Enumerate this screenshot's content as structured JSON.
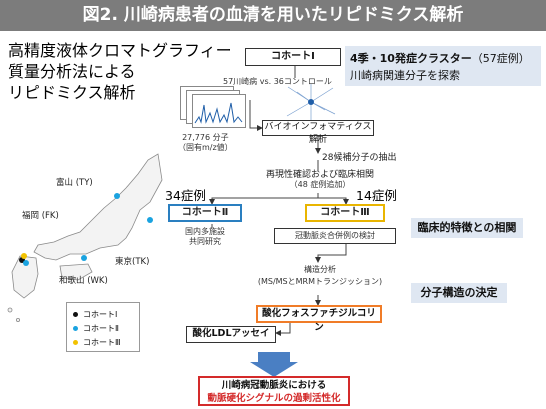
{
  "title": "図2. 川崎病患者の血清を用いたリピドミクス解析",
  "subtitle": "高精度液体クロマトグラフィー\n質量分析法による\nリピドミクス解析",
  "cohort1": {
    "label": "コホートⅠ",
    "sample_caption": "57川崎病 vs. 36コントロール",
    "molecule_caption": "27,776 分子\n（固有m/z値）"
  },
  "side_note": {
    "line1_bold": "4季・10発症クラスター",
    "line1_rest": "（57症例）",
    "line2": "川崎病関連分子を探索"
  },
  "bioinformatics_label": "バイオインフォマティクス解析",
  "extract_text": "28候補分子の抽出",
  "validation": {
    "line1": "再現性確認および臨床相関",
    "line2": "（48 症例追加）"
  },
  "cohort2": {
    "count": "34症例",
    "label": "コホートⅡ",
    "desc": "国内多施設\n共同研究"
  },
  "cohort3": {
    "count": "14症例",
    "label": "コホートⅢ",
    "desc": "冠動脈炎合併例の検討"
  },
  "clinical_tag": "臨床的特徴との相関",
  "structure_analysis": {
    "line1": "構造分析",
    "line2": "(MS/MSとMRMトランジッション)"
  },
  "structure_tag": "分子構造の決定",
  "ox_pc_label": "酸化フォスファチジルコリン",
  "ox_ldl_label": "酸化LDLアッセイ",
  "conclusion": {
    "line1": "川崎病冠動脈炎における",
    "line2": "動脈硬化シグナルの過剰活性化"
  },
  "map": {
    "cities": {
      "toyama": "富山 (TY)",
      "fukuoka": "福岡 (FK)",
      "tokyo": "東京(TK)",
      "wakayama": "和歌山 (WK)"
    },
    "legend": [
      {
        "label": "コホートⅠ",
        "color": "#111111"
      },
      {
        "label": "コホートⅡ",
        "color": "#1aa3e0"
      },
      {
        "label": "コホートⅢ",
        "color": "#f2c200"
      }
    ]
  },
  "colors": {
    "title_bg": "#7c7c7c",
    "cohort2_border": "#2a7fc0",
    "cohort3_border": "#e9b500",
    "ox_pc_border": "#f07c28",
    "conclusion_border": "#d42a2a",
    "conclusion_text2": "#d42a2a",
    "tag_bg": "#dfe7f2",
    "map_land": "#f3f3f3",
    "arrow_blue": "#4a7fc3"
  }
}
